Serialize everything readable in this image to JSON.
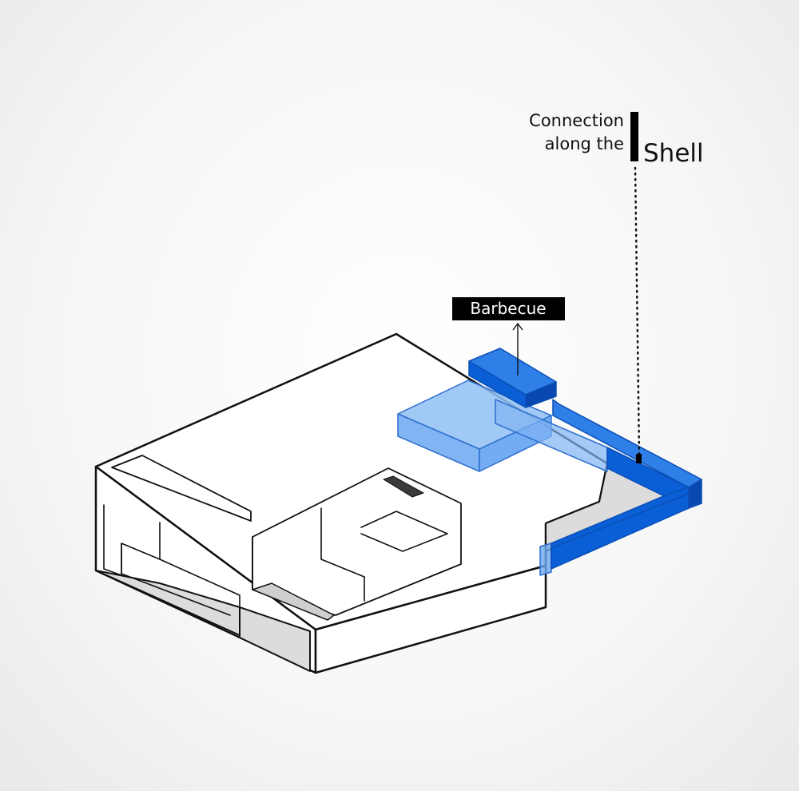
{
  "annotations": {
    "connection": {
      "line1": "Connection",
      "line2": "along the",
      "emphasis": "Shell"
    },
    "barbecue": {
      "label": "Barbecue"
    }
  },
  "colors": {
    "shell_blue": "#0a5fd6",
    "translucent_blue": "#5b9ef0",
    "outline": "#111111",
    "face_white": "#ffffff",
    "shadow_grey": "#dcdcdc",
    "tag_bg": "#000000"
  }
}
